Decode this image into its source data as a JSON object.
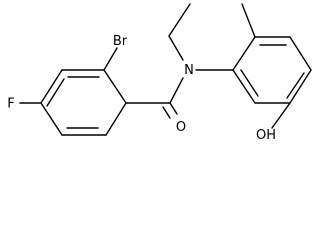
{
  "figure": {
    "type": "chemical-structure",
    "atom_labels": {
      "bromine": "Br",
      "fluorine": "F",
      "nitrogen": "N",
      "oxygen": "O",
      "hydroxyl": "OH"
    }
  }
}
